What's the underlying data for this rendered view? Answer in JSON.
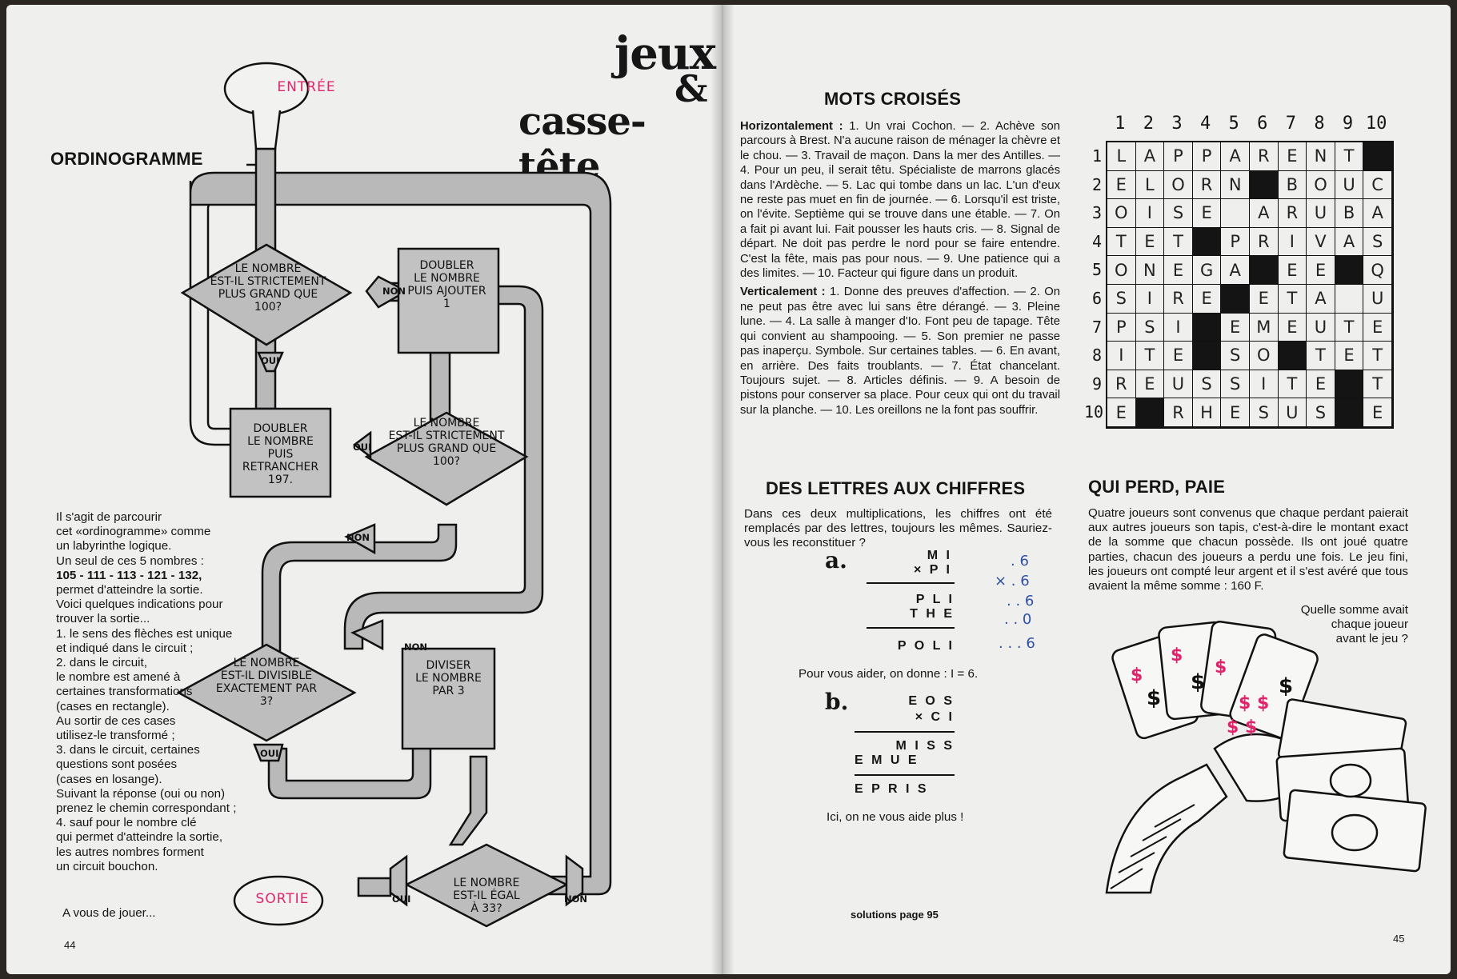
{
  "left_page": {
    "masthead": {
      "line1": "jeux",
      "line2": "&",
      "line3": "casse-tête"
    },
    "title": "ORDINOGRAMME",
    "flowchart": {
      "start": "ENTRÉE",
      "end": "SORTIE",
      "q1": [
        "LE NOMBRE",
        "EST-IL STRICTEMENT",
        "PLUS GRAND QUE",
        "100?"
      ],
      "box_double_add": [
        "DOUBLER",
        "LE NOMBRE",
        "PUIS AJOUTER",
        "1"
      ],
      "box_double_sub": [
        "DOUBLER",
        "LE NOMBRE",
        "PUIS RETRANCHER",
        "197."
      ],
      "q2": [
        "LE NOMBRE",
        "EST-IL STRICTEMENT",
        "PLUS GRAND QUE",
        "100?"
      ],
      "q3": [
        "LE NOMBRE",
        "EST-IL DIVISIBLE",
        "EXACTEMENT PAR",
        "3?"
      ],
      "box_divide": [
        "DIVISER",
        "LE NOMBRE",
        "PAR 3"
      ],
      "q4": [
        "LE NOMBRE",
        "EST-IL ÉGAL",
        "À 33?"
      ],
      "non": "NON",
      "oui": "OUI"
    },
    "intro": [
      "Il s'agit de parcourir",
      "cet «ordinogramme» comme",
      "un labyrinthe logique.",
      "Un seul de ces 5 nombres :"
    ],
    "numbers": "105 - 111 - 113 - 121 - 132,",
    "rules": [
      "permet d'atteindre la sortie.",
      "Voici quelques indications pour",
      "trouver la sortie...",
      "1. le sens des flèches est unique",
      "et indiqué dans le circuit ;",
      "2. dans le circuit,",
      "le nombre est amené à",
      "certaines transformations",
      "(cases en rectangle).",
      "Au sortir de ces cases",
      "utilisez-le transformé ;",
      "3. dans le circuit, certaines",
      "questions sont posées",
      "(cases en losange).",
      "Suivant la réponse (oui ou non)",
      "prenez le chemin correspondant ;",
      "4. sauf pour le nombre clé",
      "qui permet d'atteindre la sortie,",
      "les autres nombres forment",
      "un circuit bouchon."
    ],
    "closing": "A vous de jouer...",
    "page_number": "44"
  },
  "right_page": {
    "mots_croises": {
      "title": "MOTS CROISÉS",
      "horiz_label": "Horizontalement :",
      "horiz_text": "1. Un vrai Cochon. — 2. Achève son parcours à Brest. N'a aucune raison de ménager la chèvre et le chou. — 3. Travail de maçon. Dans la mer des Antilles. — 4. Pour un peu, il serait têtu. Spécialiste de marrons glacés dans l'Ardèche. — 5. Lac qui tombe dans un lac. L'un d'eux ne reste pas muet en fin de journée. — 6. Lorsqu'il est triste, on l'évite. Septième qui se trouve dans une étable. — 7. On a fait pi avant lui. Fait pousser les hauts cris. — 8. Signal de départ. Ne doit pas perdre le nord pour se faire entendre. C'est la fête, mais pas pour nous. — 9. Une patience qui a des limites. — 10. Facteur qui figure dans un produit.",
      "vert_label": "Verticalement :",
      "vert_text": "1. Donne des preuves d'affection. — 2. On ne peut pas être avec lui sans être dérangé. — 3. Pleine lune. — 4. La salle à manger d'Io. Font peu de tapage. Tête qui convient au shampooing. — 5. Son premier ne passe pas inaperçu. Symbole. Sur certaines tables. — 6. En avant, en arrière. Des faits troublants. — 7. État chancelant. Toujours sujet. — 8. Articles définis. — 9. A besoin de pistons pour conserver sa place. Pour ceux qui ont du travail sur la planche. — 10. Les oreillons ne la font pas souffrir.",
      "col_numbers": [
        "1",
        "2",
        "3",
        "4",
        "5",
        "6",
        "7",
        "8",
        "9",
        "10"
      ],
      "row_numbers": [
        "1",
        "2",
        "3",
        "4",
        "5",
        "6",
        "7",
        "8",
        "9",
        "10"
      ],
      "grid": [
        [
          "L",
          "A",
          "P",
          "P",
          "A",
          "R",
          "E",
          "N",
          "T",
          "#"
        ],
        [
          "E",
          "L",
          "O",
          "R",
          "N",
          "#",
          "B",
          "O",
          "U",
          "C"
        ],
        [
          "O",
          "I",
          "S",
          "E",
          "",
          "A",
          "R",
          "U",
          "B",
          "A"
        ],
        [
          "T",
          "E",
          "T",
          "#",
          "P",
          "R",
          "I",
          "V",
          "A",
          "S"
        ],
        [
          "O",
          "N",
          "E",
          "G",
          "A",
          "#",
          "E",
          "E",
          "#",
          "Q"
        ],
        [
          "S",
          "I",
          "R",
          "E",
          "#",
          "E",
          "T",
          "A",
          "",
          "U"
        ],
        [
          "P",
          "S",
          "I",
          "#",
          "E",
          "M",
          "E",
          "U",
          "T",
          "E"
        ],
        [
          "I",
          "T",
          "E",
          "#",
          "S",
          "O",
          "#",
          "T",
          "E",
          "T"
        ],
        [
          "R",
          "E",
          "U",
          "S",
          "S",
          "I",
          "T",
          "E",
          "#",
          "T"
        ],
        [
          "E",
          "#",
          "R",
          "H",
          "E",
          "S",
          "U",
          "S",
          "#",
          "E"
        ]
      ]
    },
    "lettres_chiffres": {
      "title": "DES LETTRES AUX CHIFFRES",
      "intro": "Dans ces deux multiplications, les chiffres ont été remplacés par des lettres, toujours les mêmes. Sauriez-vous les reconstituer ?",
      "a_label": "a.",
      "a_lines": [
        "M I",
        "× P I",
        "P L I",
        "T H E",
        "P O L I"
      ],
      "hint": "Pour vous aider, on donne : I = 6.",
      "b_label": "b.",
      "b_lines": [
        "E O S",
        "× C I",
        "M I S S",
        "E M U E",
        "E P R I S"
      ],
      "b_closing": "Ici, on ne vous aide plus !",
      "pencil": [
        ". 6",
        "× . 6",
        ". . 6",
        ". . 0",
        ". . . 6"
      ]
    },
    "qui_perd": {
      "title": "QUI PERD, PAIE",
      "text": "Quatre joueurs sont convenus que chaque perdant paierait aux autres joueurs son tapis, c'est-à-dire le montant exact de la somme que chacun possède. Ils ont joué quatre parties, chacun des joueurs a perdu une fois. Le jeu fini, les joueurs ont compté leur argent et il s'est avéré que tous avaient la même somme : 160 F.",
      "question": [
        "Quelle somme avait",
        "chaque joueur",
        "avant le jeu ?"
      ]
    },
    "solutions": "solutions page 95",
    "page_number": "45"
  }
}
